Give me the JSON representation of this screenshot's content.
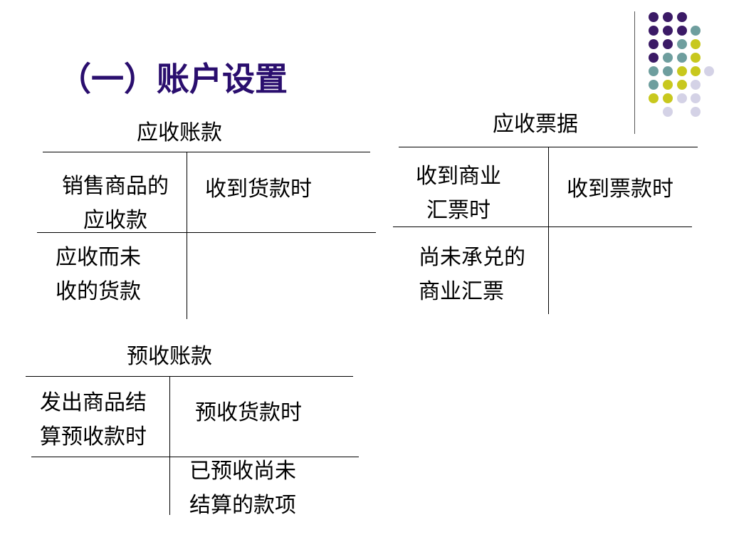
{
  "slide": {
    "title": "（一）账户设置"
  },
  "accounts": [
    {
      "caption": "应收账款",
      "debit_top": "销售商品的\n应收款",
      "credit_top": "收到货款时",
      "debit_bottom": "应收而未\n收的货款",
      "credit_bottom": ""
    },
    {
      "caption": "应收票据",
      "debit_top": "收到商业\n汇票时",
      "credit_top": "收到票款时",
      "debit_bottom": "尚未承兑的\n商业汇票",
      "credit_bottom": ""
    },
    {
      "caption": "预收账款",
      "debit_top": "发出商品结\n算预收款时",
      "credit_top": "预收货款时",
      "debit_bottom": "",
      "credit_bottom": "已预收尚未\n结算的款项"
    }
  ],
  "decoration": {
    "dot_colors": {
      "purple": "#3b1a66",
      "teal": "#6e9e9e",
      "yellow": "#c8c81e",
      "lavender": "#d4d2e6"
    }
  }
}
